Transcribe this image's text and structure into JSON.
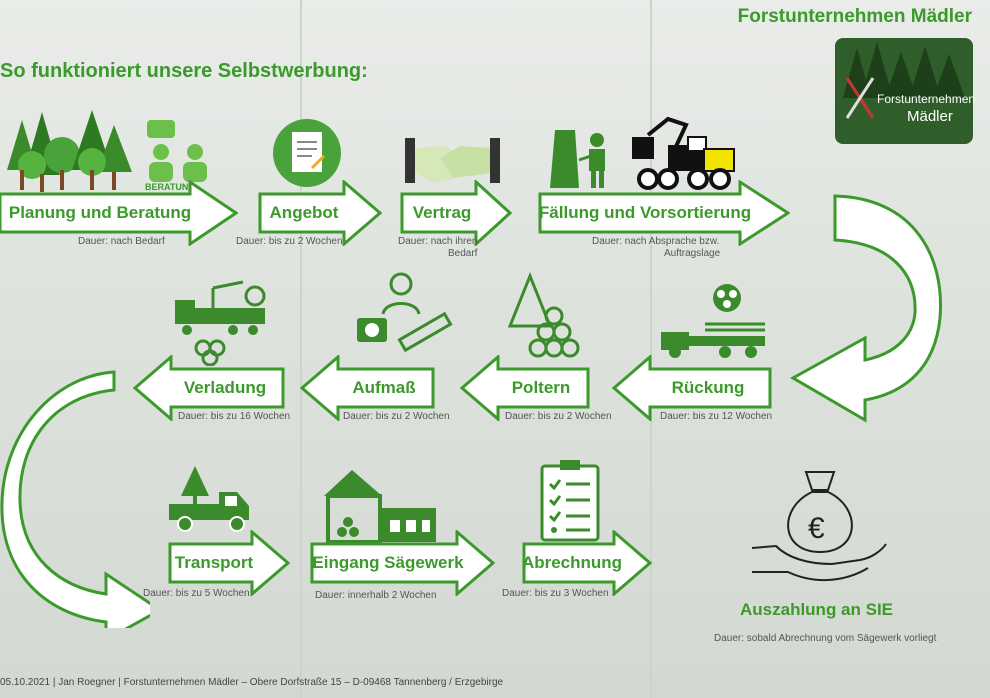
{
  "header": {
    "company": "Forstunternehmen Mädler",
    "heading": "So funktioniert unsere Selbstwerbung:"
  },
  "logo": {
    "line1": "Forstunternehmen",
    "line2": "Mädler"
  },
  "steps": [
    {
      "label": "Planung und Beratung",
      "duration": "Dauer: nach Bedarf"
    },
    {
      "label": "Angebot",
      "duration": "Dauer: bis zu 2 Wochen"
    },
    {
      "label": "Vertrag",
      "duration_l1": "Dauer: nach ihren",
      "duration_l2": "Bedarf"
    },
    {
      "label": "Fällung und Vorsortierung",
      "duration_l1": "Dauer: nach Absprache bzw.",
      "duration_l2": "Auftragslage"
    },
    {
      "label": "Rückung",
      "duration": "Dauer: bis zu 12 Wochen"
    },
    {
      "label": "Poltern",
      "duration": "Dauer: bis zu 2 Wochen"
    },
    {
      "label": "Aufmaß",
      "duration": "Dauer: bis zu 2 Wochen"
    },
    {
      "label": "Verladung",
      "duration": "Dauer: bis zu 16 Wochen"
    },
    {
      "label": "Transport",
      "duration": "Dauer: bis zu 5 Wochen"
    },
    {
      "label": "Eingang Sägewerk",
      "duration": "Dauer: innerhalb 2 Wochen"
    },
    {
      "label": "Abrechnung",
      "duration": "Dauer: bis zu 3 Wochen"
    }
  ],
  "icon_text": {
    "beratung": "BERATUNG",
    "euro": "€"
  },
  "payout": {
    "title": "Auszahlung an SIE",
    "duration": "Dauer: sobald Abrechnung vom Sägewerk vorliegt"
  },
  "footer": "05.10.2021 | Jan Roegner | Forstunternehmen Mädler – Obere Dorfstraße 15 – D-09468 Tannenberg / Erzgebirge",
  "colors": {
    "accent": "#3b9a2b"
  }
}
